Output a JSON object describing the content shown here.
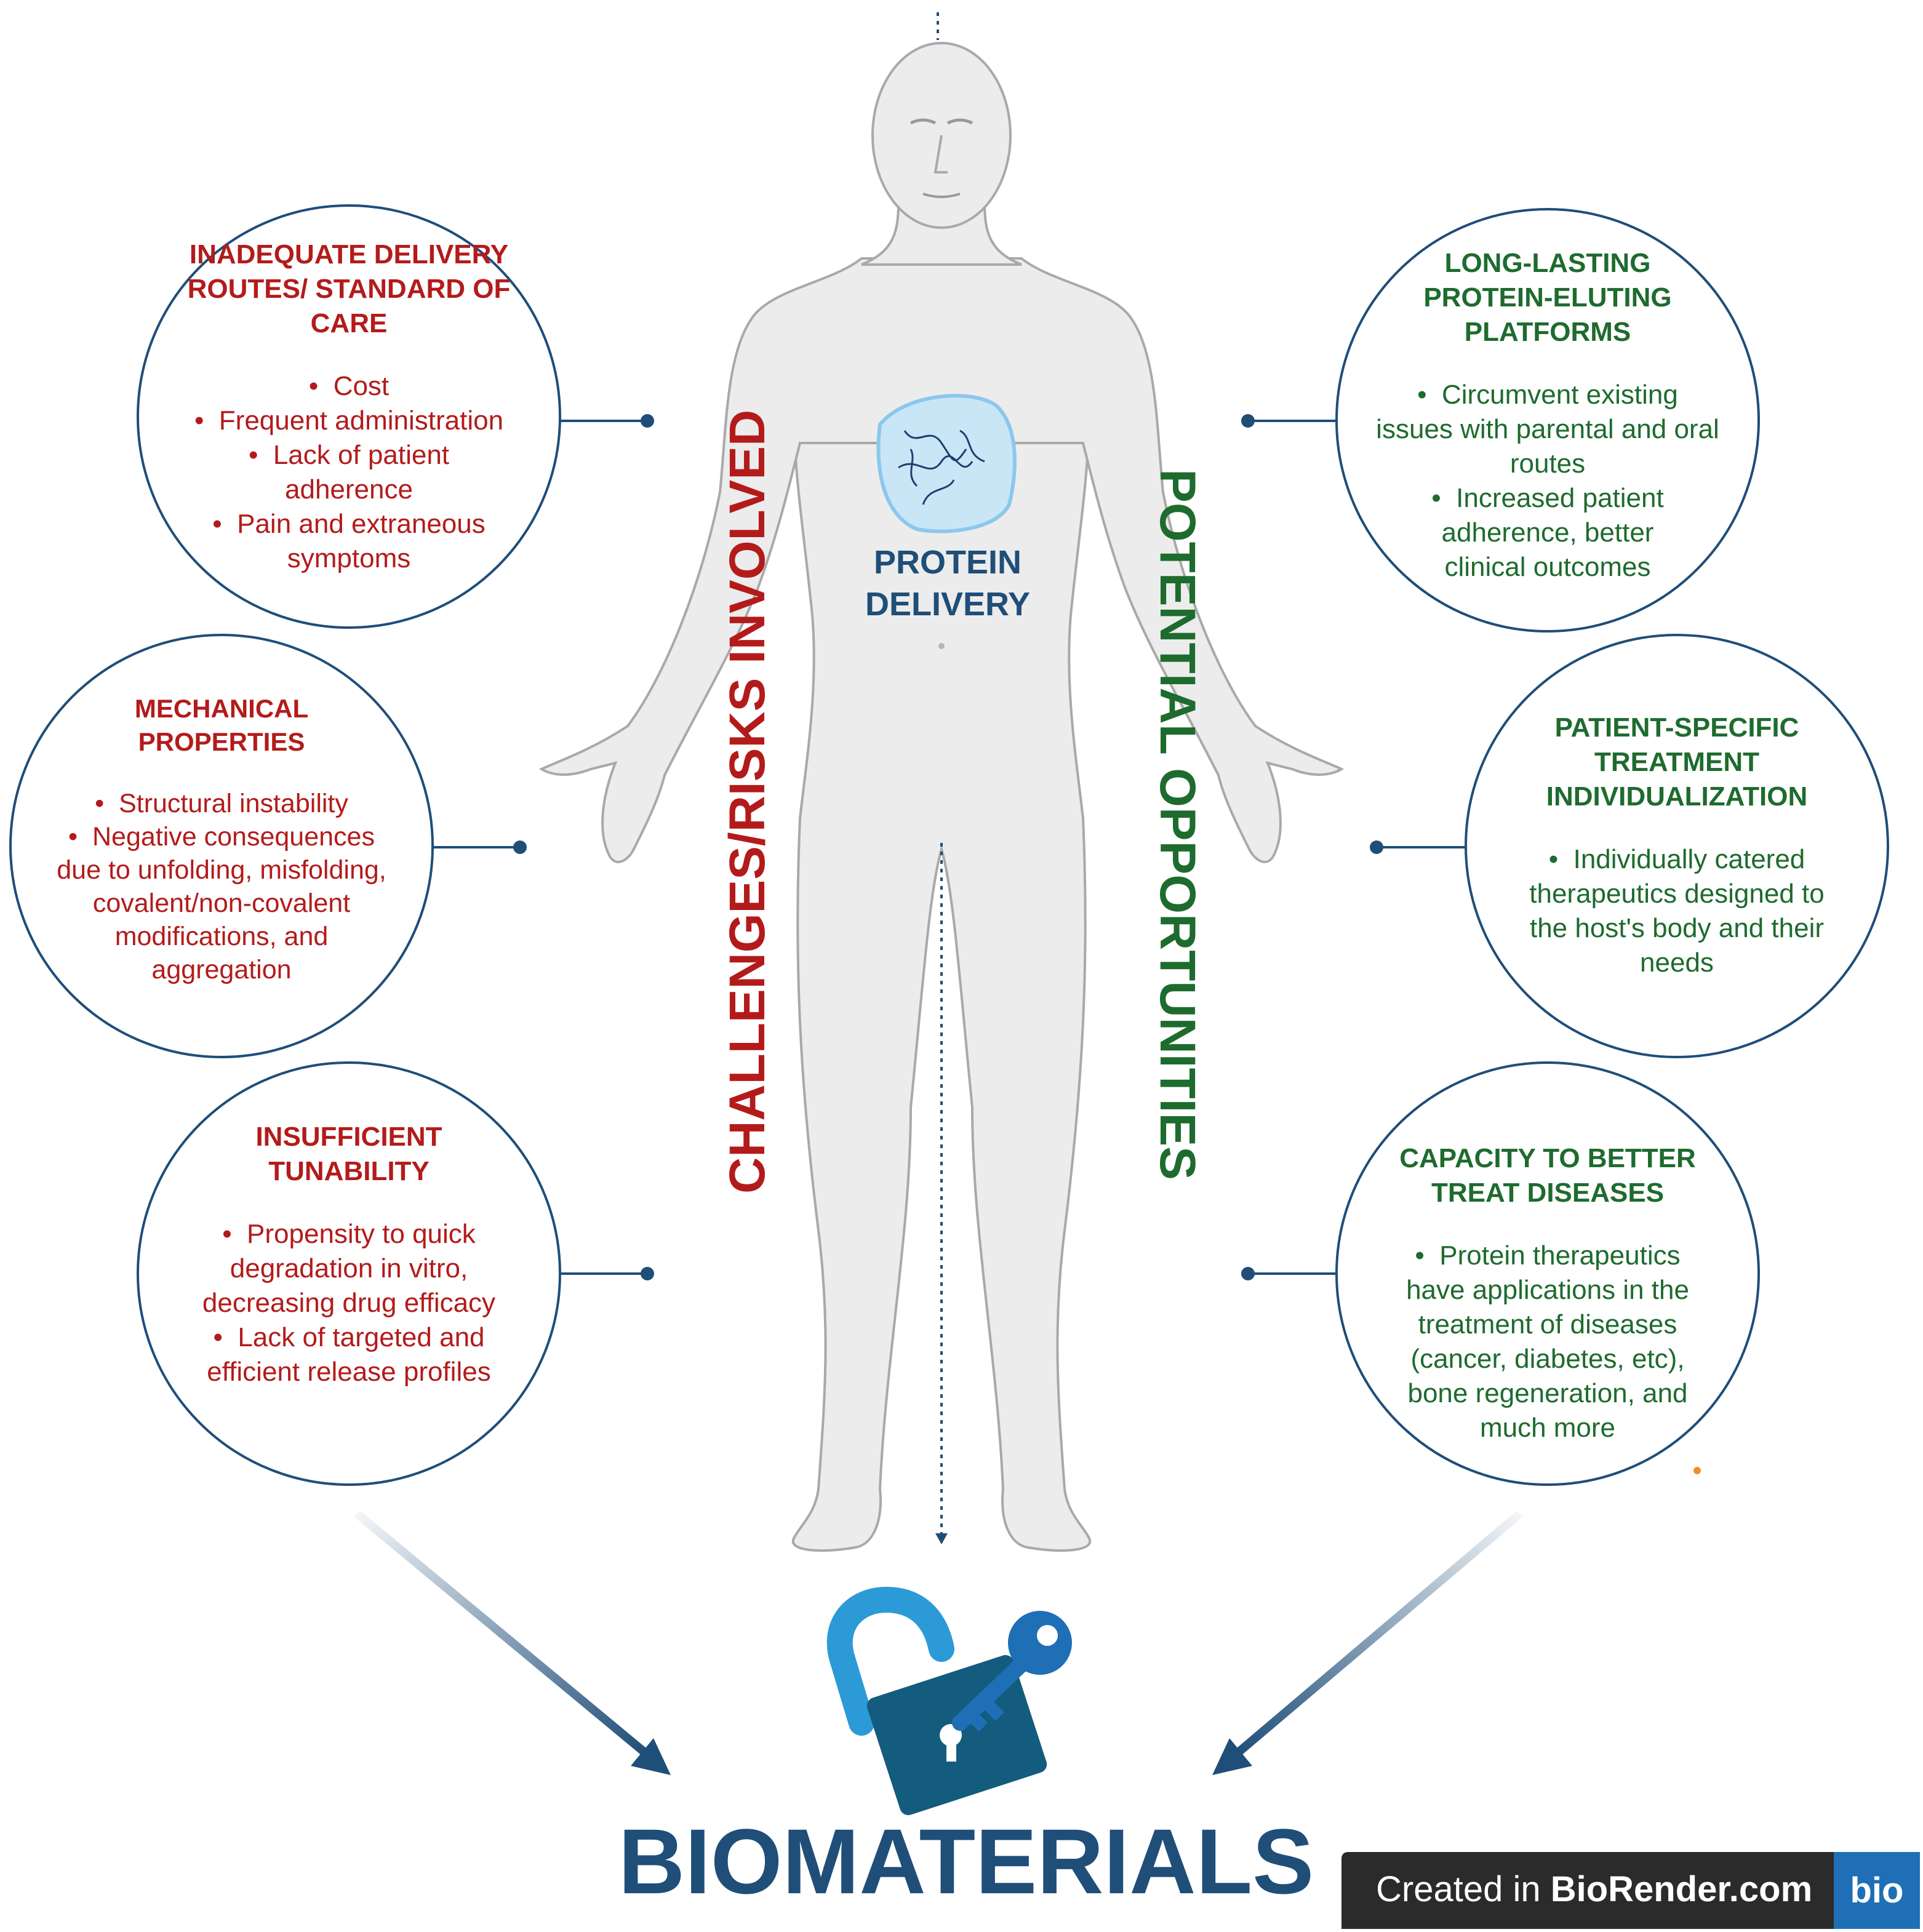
{
  "center": {
    "label": "PROTEIN\nDELIVERY"
  },
  "vertical_labels": {
    "left": "CHALLENGES/RISKS INVOLVED",
    "right": "POTENTIAL OPPORTUNITIES"
  },
  "challenges": [
    {
      "title": "INADEQUATE DELIVERY ROUTES/ STANDARD OF CARE",
      "items": [
        "Cost",
        "Frequent administration",
        "Lack of patient adherence",
        "Pain and extraneous symptoms"
      ]
    },
    {
      "title": "MECHANICAL PROPERTIES",
      "items": [
        "Structural instability",
        "Negative consequences due to unfolding, misfolding, covalent/non-covalent modifications, and aggregation"
      ]
    },
    {
      "title": "INSUFFICIENT TUNABILITY",
      "items": [
        "Propensity to quick degradation in vitro, decreasing drug efficacy",
        "Lack of targeted and efficient release profiles"
      ]
    }
  ],
  "opportunities": [
    {
      "title": "LONG-LASTING PROTEIN-ELUTING PLATFORMS",
      "items": [
        "Circumvent existing issues with parental and oral routes",
        "Increased patient adherence, better clinical outcomes"
      ]
    },
    {
      "title": "PATIENT-SPECIFIC TREATMENT INDIVIDUALIZATION",
      "items": [
        "Individually catered therapeutics designed to the host's body and their needs"
      ]
    },
    {
      "title": "CAPACITY TO BETTER TREAT DISEASES",
      "items": [
        "Protein therapeutics have applications in the treatment of diseases (cancer, diabetes, etc), bone regeneration, and much more"
      ]
    }
  ],
  "footer": {
    "title": "BIOMATERIALS",
    "badge_prefix": "Created in ",
    "badge_brand": "BioRender.com",
    "badge_logo": "bio"
  },
  "colors": {
    "challenges": "#b31b1b",
    "opportunities": "#1e6b2e",
    "accent": "#1f4e79"
  },
  "icons": [
    "human-body-icon",
    "protein-blob-icon",
    "padlock-icon",
    "key-icon",
    "arrow-icon"
  ]
}
